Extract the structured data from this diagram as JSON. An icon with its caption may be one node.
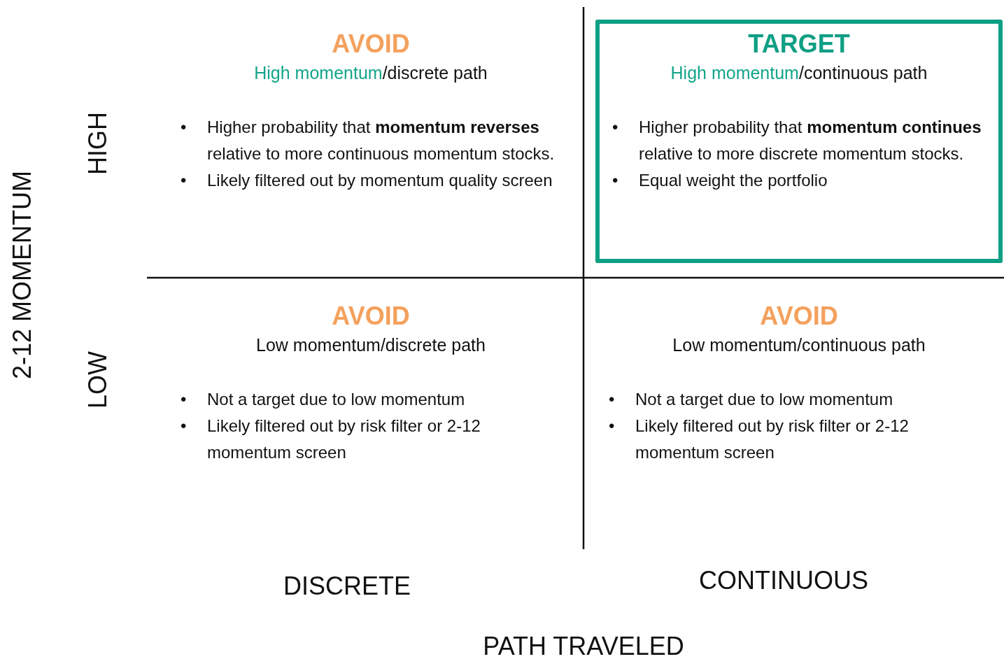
{
  "diagram": {
    "nodes": [
      {
        "text": [
          "TARGET",
          "High momentum",
          "/continuous path",
          "•",
          "Higher probability that **momentum continues** relative to more discrete momentum stocks.",
          "•",
          "Equal weight the portfolio"
        ]
      }
    ],
    "labels": [
      "2-12 MOMENTUM",
      "HIGH",
      "LOW",
      "AVOID",
      "High momentum",
      "/discrete path",
      "•",
      "Higher probability that **momentum reverses** relative to more continuous momentum stocks.",
      "•",
      "Likely filtered out by momentum quality screen",
      "AVOID",
      "Low momentum/discrete path",
      "•",
      "Not a target due to low momentum",
      "•",
      "Likely filtered out by risk filter or 2-12 momentum screen",
      "AVOID",
      "Low momentum/continuous path",
      "•",
      "Not a target due to low momentum",
      "•",
      "Likely filtered out by risk filter or 2-12 momentum screen",
      "DISCRETE",
      "CONTINUOUS",
      "PATH TRAVELED"
    ]
  }
}
